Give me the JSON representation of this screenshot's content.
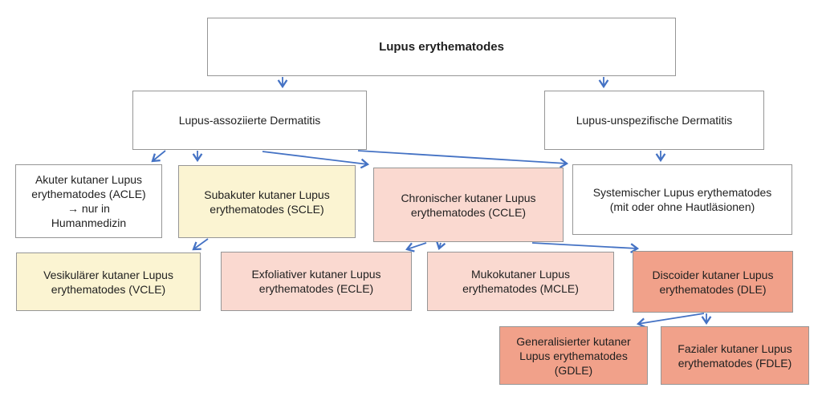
{
  "diagram": {
    "title": "Lupus erythematodes",
    "nodes": {
      "root": {
        "label": "Lupus erythematodes"
      },
      "assoc": {
        "label": "Lupus-assoziierte Dermatitis"
      },
      "unspec": {
        "label": "Lupus-unspezifische Dermatitis"
      },
      "acle": {
        "label": "Akuter kutaner Lupus\nerythematodes (ACLE)\n→ nur in\nHumanmedizin"
      },
      "scle": {
        "label": "Subakuter kutaner Lupus\nerythematodes (SCLE)"
      },
      "ccle": {
        "label": "Chronischer kutaner Lupus\nerythematodes (CCLE)"
      },
      "sle": {
        "label": "Systemischer Lupus erythematodes\n(mit oder ohne Hautläsionen)"
      },
      "vcle": {
        "label": "Vesikulärer kutaner Lupus\nerythematodes (VCLE)"
      },
      "ecle": {
        "label": "Exfoliativer kutaner Lupus\nerythematodes (ECLE)"
      },
      "mcle": {
        "label": "Mukokutaner Lupus\nerythematodes (MCLE)"
      },
      "dle": {
        "label": "Discoider kutaner Lupus\nerythematodes (DLE)"
      },
      "gdle": {
        "label": "Generalisierter kutaner\nLupus erythematodes\n(GDLE)"
      },
      "fdle": {
        "label": "Fazialer kutaner Lupus\nerythematodes (FDLE)"
      }
    },
    "edges": [
      {
        "from": "root",
        "to": "assoc"
      },
      {
        "from": "root",
        "to": "unspec"
      },
      {
        "from": "assoc",
        "to": "acle"
      },
      {
        "from": "assoc",
        "to": "scle"
      },
      {
        "from": "assoc",
        "to": "ccle"
      },
      {
        "from": "assoc",
        "to": "sle"
      },
      {
        "from": "unspec",
        "to": "sle"
      },
      {
        "from": "scle",
        "to": "vcle"
      },
      {
        "from": "ccle",
        "to": "ecle"
      },
      {
        "from": "ccle",
        "to": "mcle"
      },
      {
        "from": "ccle",
        "to": "dle"
      },
      {
        "from": "dle",
        "to": "gdle"
      },
      {
        "from": "dle",
        "to": "fdle"
      }
    ],
    "colors": {
      "arrow": "#4472C4",
      "box_border": "#969696",
      "box_white": "#FFFFFF",
      "box_yellow": "#FBF4D2",
      "box_light_pink": "#FAD9D0",
      "box_salmon": "#F1A18A",
      "text": "#1F1F1F",
      "background": "#FFFFFF"
    }
  }
}
